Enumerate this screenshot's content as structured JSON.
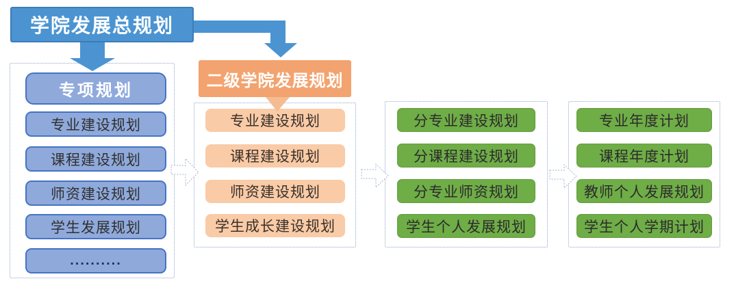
{
  "root_box": {
    "label": "学院发展总规划"
  },
  "secondary_box": {
    "label": "二级学院发展规划"
  },
  "special_plans": {
    "header": "专项规划",
    "items": [
      "专业建设规划",
      "课程建设规划",
      "师资建设规划",
      "学生发展规划",
      ".........."
    ]
  },
  "college_plans": {
    "items": [
      "专业建设规划",
      "课程建设规划",
      "师资建设规划",
      "学生成长建设规划"
    ]
  },
  "sub_plans": {
    "items": [
      "分专业建设规划",
      "分课程建设规划",
      "分专业师资规划",
      "学生个人发展规划"
    ]
  },
  "annual_plans": {
    "items": [
      "专业年度计划",
      "课程年度计划",
      "教师个人发展规划",
      "学生个人学期计划"
    ]
  },
  "icons": {
    "down_arrow": "solid-blue-down-arrow",
    "elbow_arrow": "solid-blue-elbow-right-down-arrow",
    "triangle_arrow": "orange-down-triangle",
    "flow_arrows": [
      "dashed-right-arrow",
      "dashed-right-arrow",
      "dashed-right-arrow"
    ]
  },
  "colors": {
    "primary_blue": "#4B94D1",
    "primary_blue_border": "#3B7CB8",
    "light_blue": "#8FA9DB",
    "light_blue_border": "#4573C4",
    "orange": "#F3A36F",
    "light_orange": "#F9CBA7",
    "orange_triangle": "#F5BB91",
    "green": "#6FAD47",
    "dashed_border": "#92A6C9"
  }
}
